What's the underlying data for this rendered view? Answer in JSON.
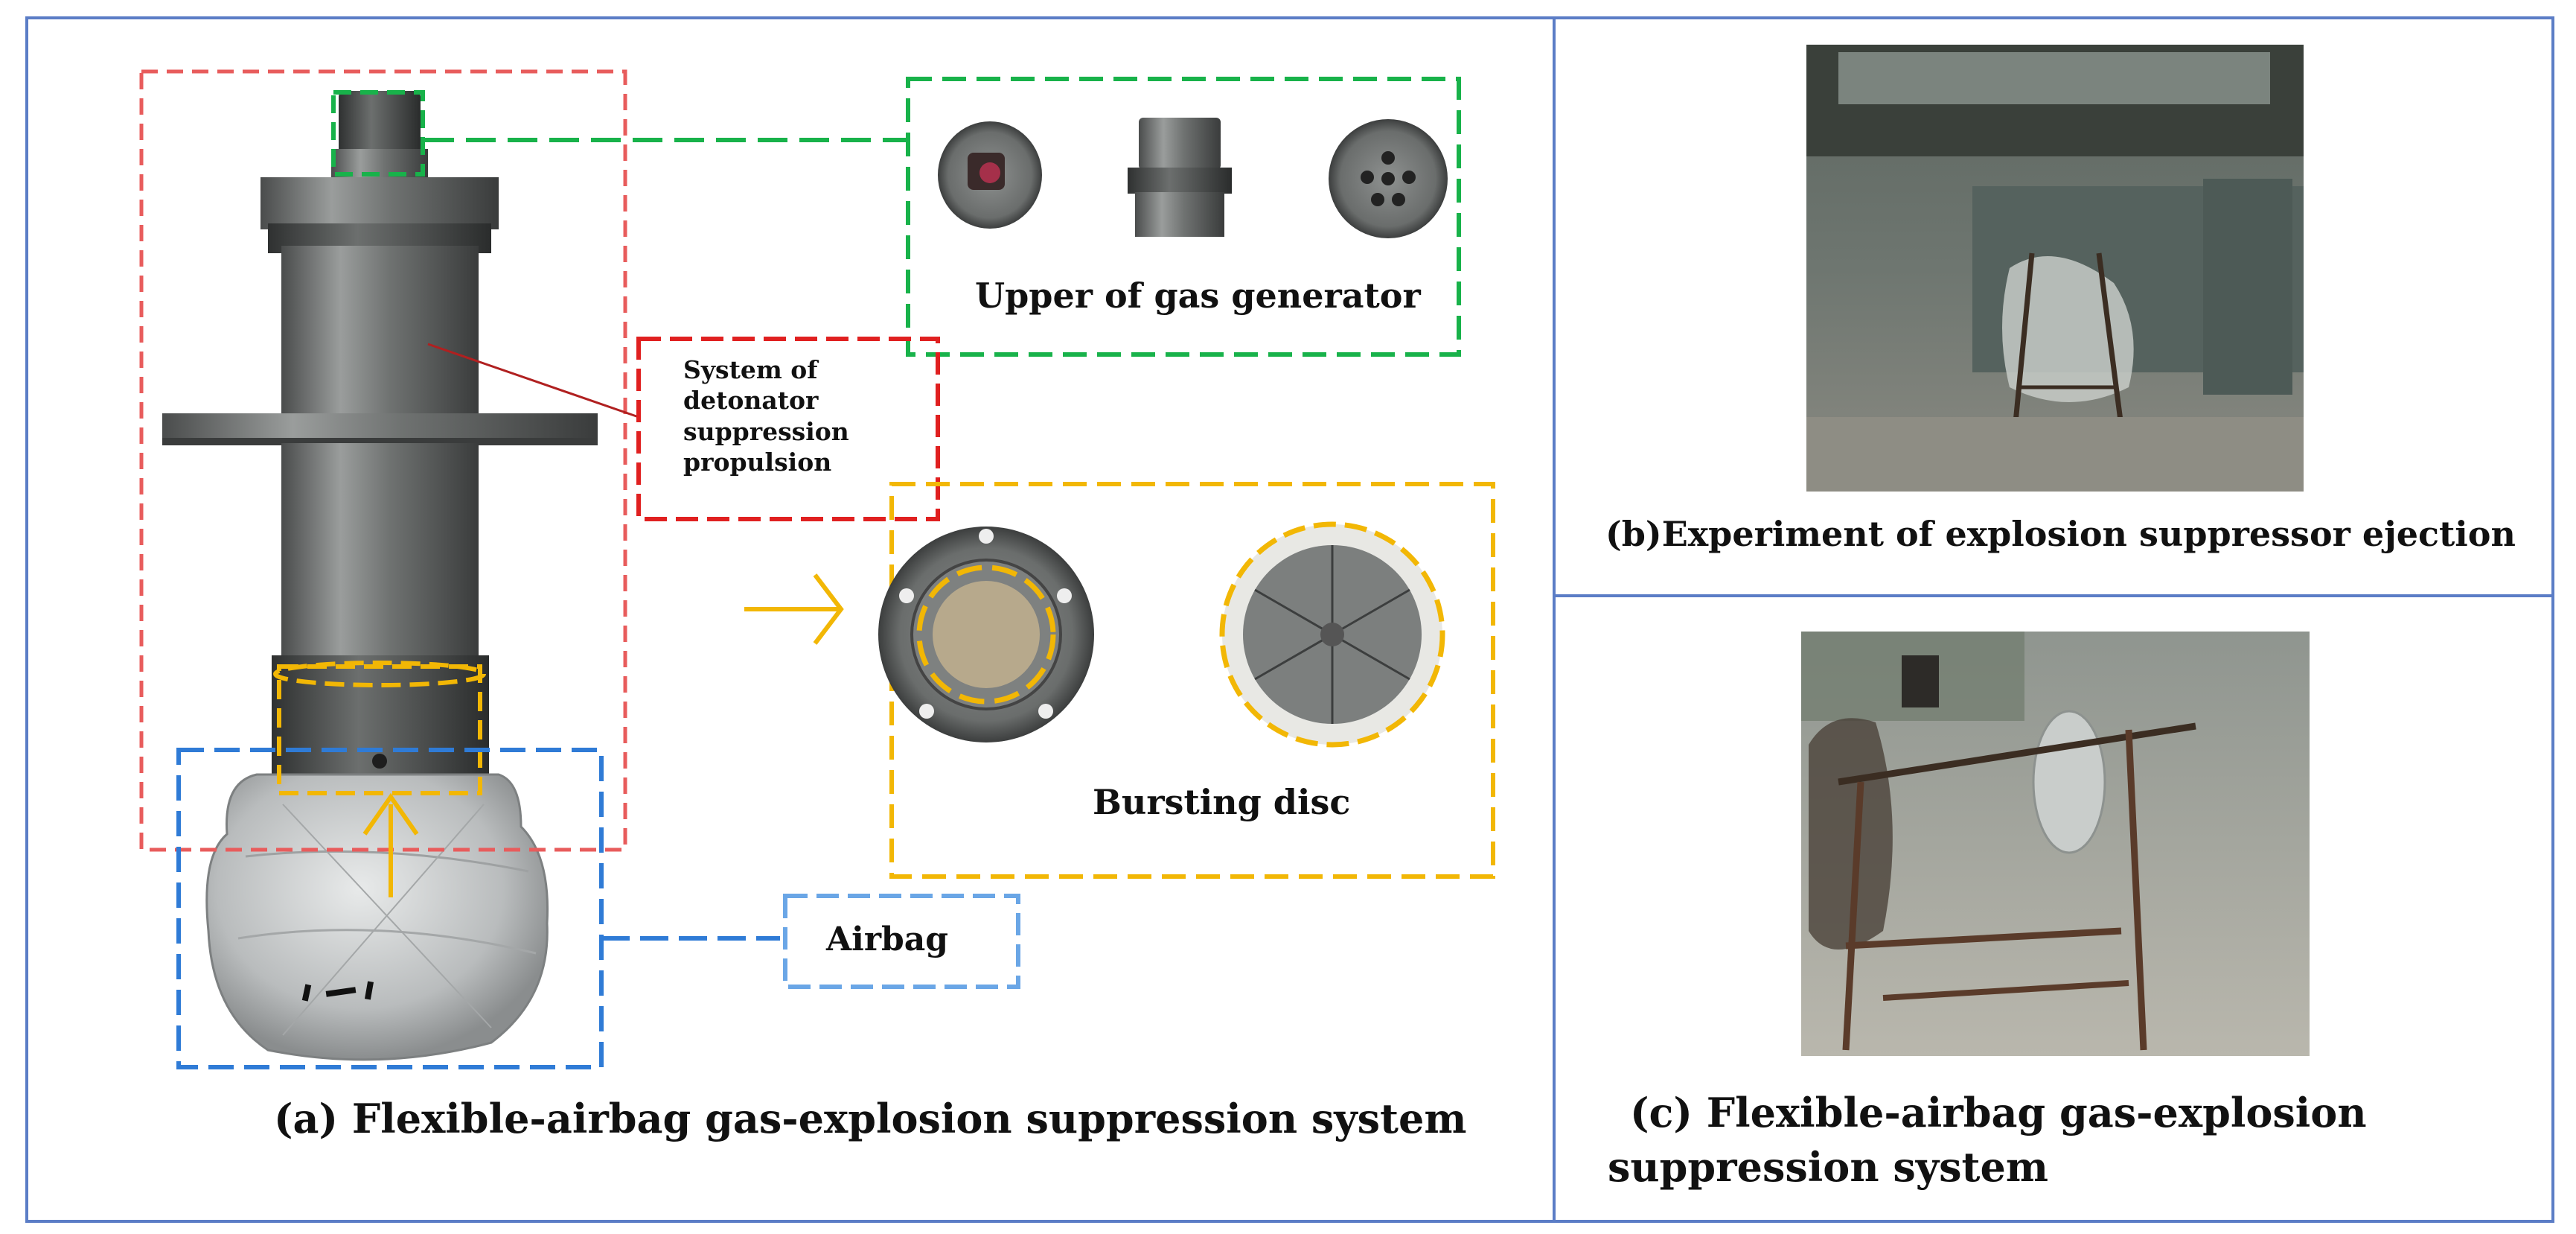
{
  "panels": {
    "a_caption": "(a)  Flexible-airbag gas-explosion suppression system",
    "b_caption": "(b)Experiment of explosion suppressor ejection",
    "c_caption_line1": "(c)  Flexible-airbag gas-explosion",
    "c_caption_line2": "suppression system"
  },
  "labels": {
    "upper": "Upper of gas generator",
    "system_line1": "System of",
    "system_line2": "detonator",
    "system_line3": "suppression",
    "system_line4": "propulsion",
    "bursting": "Bursting disc",
    "airbag": "Airbag"
  },
  "colors": {
    "frame": "#5b7dc6",
    "red_box": "#e85c5c",
    "red_label_box": "#e02020",
    "green_box": "#18b24a",
    "yellow_box": "#f2b705",
    "blue_box": "#2f7bd6",
    "airbag_label_box": "#6aa6e6"
  }
}
